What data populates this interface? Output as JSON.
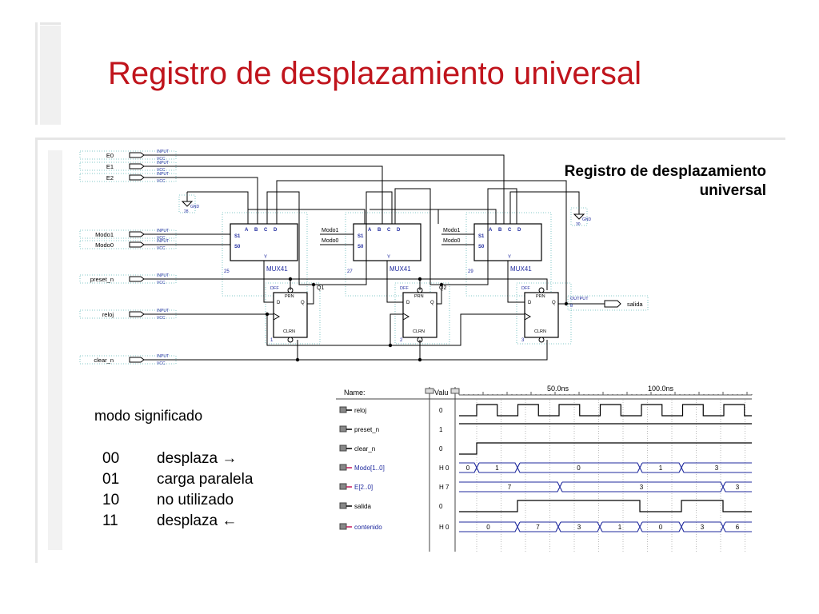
{
  "slide": {
    "title": "Registro de desplazamiento universal"
  },
  "schematic": {
    "title_line1": "Registro de desplazamiento",
    "title_line2": "universal",
    "input_pins": [
      "E0",
      "E1",
      "E2",
      "Modo1",
      "Modo0",
      "preset_n",
      "reloj",
      "clear_n"
    ],
    "input_tag": "INPUT",
    "vcc_tag": "VCC",
    "gnd_tag": "GND",
    "output_tag": "OUTPUT",
    "output_pin": "salida",
    "mux_label": "MUX41",
    "mux_ids": [
      "25",
      "27",
      "29"
    ],
    "mux_inputs": [
      "A",
      "B",
      "C",
      "D"
    ],
    "mux_select": [
      "S1",
      "S0"
    ],
    "mux_out": "Y",
    "mode_labels": [
      "Modo1",
      "Modo0"
    ],
    "dff_label": "DFF",
    "dff_pins": {
      "prn": "PRN",
      "d": "D",
      "q": "Q",
      "clrn": "CLRN"
    },
    "dff_ids": [
      "1",
      "2",
      "3"
    ],
    "q_labels": [
      "Q1",
      "Q2"
    ],
    "gnd_ids": [
      "28",
      "30"
    ],
    "out_id": "8"
  },
  "modes": {
    "heading": "modo significado",
    "rows": [
      {
        "code": "00",
        "meaning": "desplaza →"
      },
      {
        "code": "01",
        "meaning": "carga paralela"
      },
      {
        "code": "10",
        "meaning": "no utilizado"
      },
      {
        "code": "11",
        "meaning": "desplaza ←"
      }
    ]
  },
  "waveform": {
    "header_name": "Name:",
    "header_value": "Valu",
    "time_labels": [
      "50.0ns",
      "100.0ns"
    ],
    "signals": [
      {
        "name": "reloj",
        "value": "0"
      },
      {
        "name": "preset_n",
        "value": "1"
      },
      {
        "name": "clear_n",
        "value": "0"
      },
      {
        "name": "Modo[1..0]",
        "value": "H 0",
        "bus": [
          "0",
          "1",
          "0",
          "1",
          "3"
        ]
      },
      {
        "name": "E[2..0]",
        "value": "H 7",
        "bus": [
          "7",
          "3",
          "3"
        ]
      },
      {
        "name": "salida",
        "value": "0"
      },
      {
        "name": "contenido",
        "value": "H 0",
        "bus": [
          "0",
          "7",
          "3",
          "1",
          "0",
          "3",
          "6"
        ]
      }
    ]
  },
  "colors": {
    "title_red": "#c0141c",
    "wire": "#000000",
    "pin_blue": "#1f2a9e",
    "cyan_dots": "#5fb8b8",
    "wave_black": "#000000",
    "wave_blue": "#1f2a9e"
  }
}
